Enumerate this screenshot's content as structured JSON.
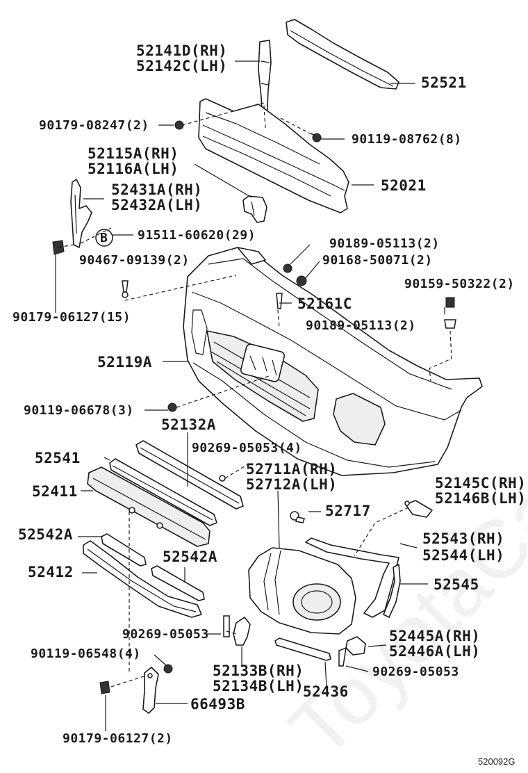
{
  "watermark": "ToyotaCarMine.ru",
  "diagram_code": "520092G",
  "callout_letter": "B",
  "labels": {
    "p52141D": "52141D(RH)",
    "p52142C": "52142C(LH)",
    "p52521": "52521",
    "p90179_08247": "90179-08247(2)",
    "p90119_08762": "90119-08762(8)",
    "p52115A": "52115A(RH)",
    "p52116A": "52116A(LH)",
    "p52021": "52021",
    "p52431A": "52431A(RH)",
    "p52432A": "52432A(LH)",
    "p91511": "91511-60620(29)",
    "p90189_a": "90189-05113(2)",
    "p90168": "90168-50071(2)",
    "p90467": "90467-09139(2)",
    "p90159": "90159-50322(2)",
    "p52161C": "52161C",
    "p90179_06127_15": "90179-06127(15)",
    "p90189_b": "90189-05113(2)",
    "p52119A": "52119A",
    "p90119_06678": "90119-06678(3)",
    "p52132A": "52132A",
    "p90269_4": "90269-05053(4)",
    "p52541": "52541",
    "p52711A": "52711A(RH)",
    "p52712A": "52712A(LH)",
    "p52411": "52411",
    "p52145C": "52145C(RH)",
    "p52146B": "52146B(LH)",
    "p52717": "52717",
    "p52542A_l": "52542A",
    "p52543": "52543(RH)",
    "p52544": "52544(LH)",
    "p52542A_r": "52542A",
    "p52412": "52412",
    "p52545": "52545",
    "p90269_a": "90269-05053",
    "p52445A": "52445A(RH)",
    "p52446A": "52446A(LH)",
    "p90119_06548": "90119-06548(4)",
    "p52133B": "52133B(RH)",
    "p52134B": "52134B(LH)",
    "p52436": "52436",
    "p90269_b": "90269-05053",
    "p66493B": "66493B",
    "p90179_06127_2": "90179-06127(2)"
  }
}
